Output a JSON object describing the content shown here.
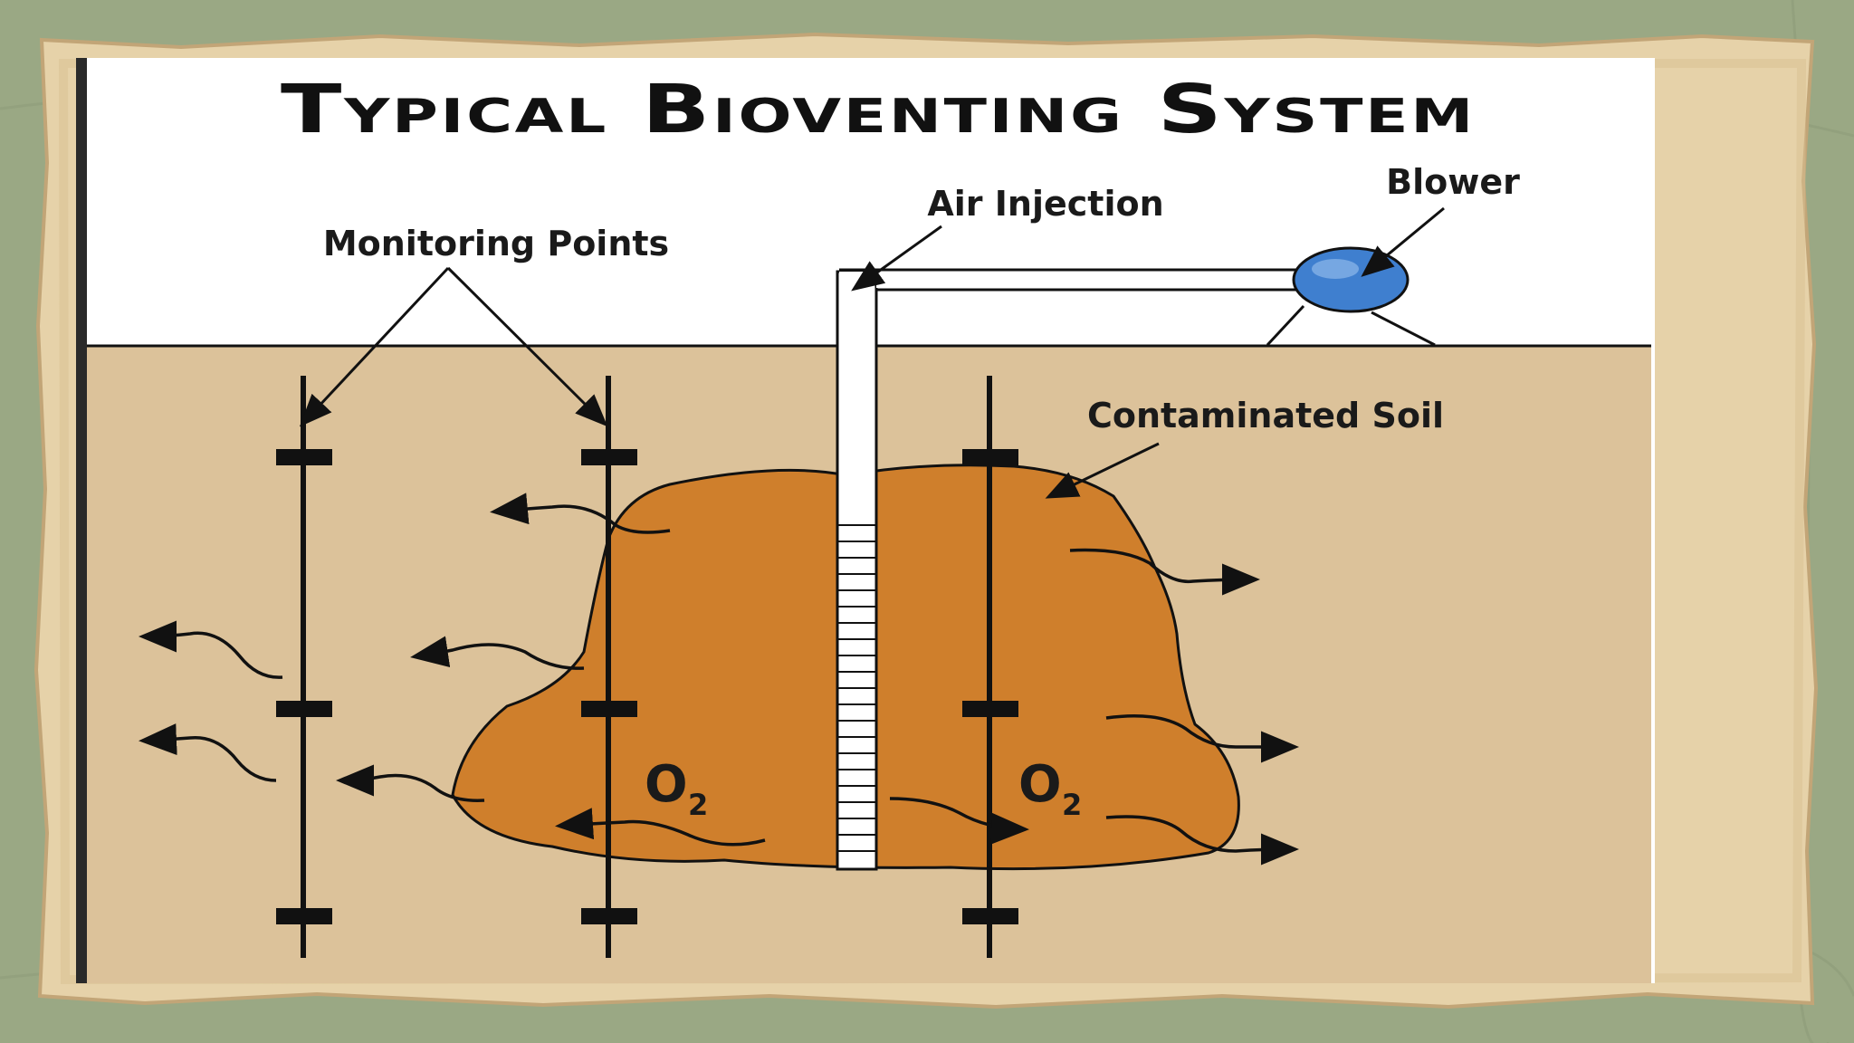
{
  "diagram": {
    "title": "Typical Bioventing System",
    "labels": {
      "monitoring_points": "Monitoring Points",
      "air_injection": "Air Injection",
      "blower": "Blower",
      "contaminated_soil": "Contaminated Soil",
      "oxygen_left": "O",
      "oxygen_left_sub": "2",
      "oxygen_right": "O",
      "oxygen_right_sub": "2"
    },
    "colors": {
      "background_moss": "#9aa884",
      "parchment": "#e8d6b0",
      "parchment_edge": "#c9ad7e",
      "soil": "#dcc29a",
      "contaminated_soil": "#cf7f2c",
      "blower": "#3f7fcf",
      "sky": "#ffffff",
      "line": "#111111"
    }
  }
}
